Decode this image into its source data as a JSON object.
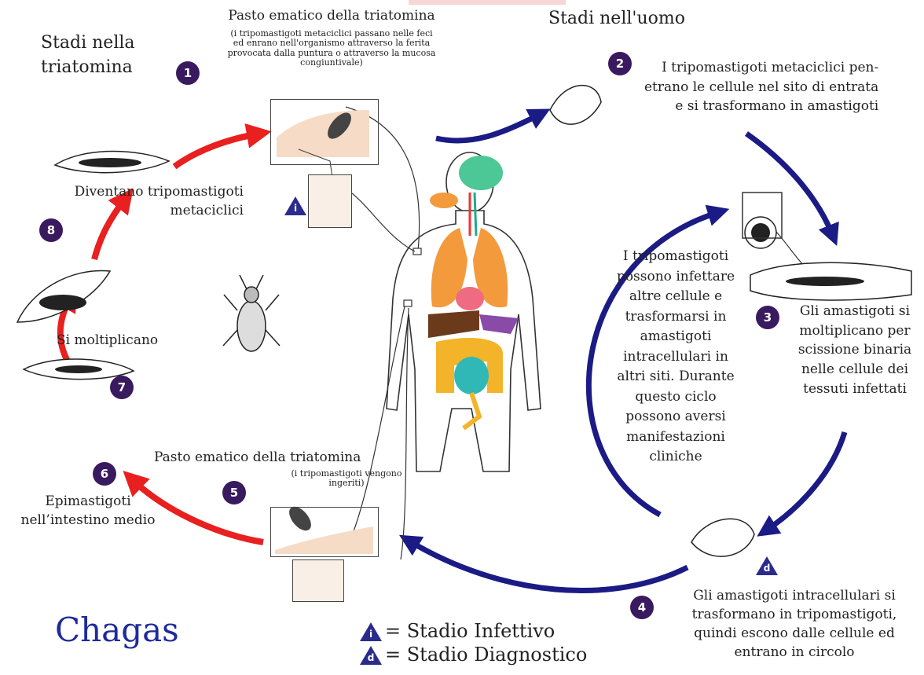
{
  "title": "Chagas",
  "sections": {
    "bug_stages": "Stadi nella\ntriatomina",
    "human_stages": "Stadi nell'uomo"
  },
  "steps": [
    {
      "n": "1",
      "title": "Pasto ematico della triatomina",
      "note": "(i tripomastigoti metaciclici passano nelle feci\ned enrano nell'organismo attraverso la ferita\nprovocata dalla puntura o attraverso la mucosa\ncongiuntivale)"
    },
    {
      "n": "2",
      "text": "I tripomastigoti metaciclici pen-\netrano le cellule nel sito di entrata\ne si trasformano in amastigoti"
    },
    {
      "n": "3",
      "text": "Gli amastigoti si\nmoltiplicano per\nscissione binaria\nnelle cellule dei\ntessuti infettati"
    },
    {
      "n": "4",
      "text": "Gli amastigoti intracellulari si\ntrasformano in tripomastigoti,\nquindi escono dalle cellule ed\nentrano in circolo"
    },
    {
      "n": "5",
      "title": "Pasto ematico della triatomina",
      "note": "(i tripomastigoti vengono\ningeriti)"
    },
    {
      "n": "6",
      "text": "Epimastigoti\nnell’intestino medio"
    },
    {
      "n": "7",
      "text": "Si moltiplicano"
    },
    {
      "n": "8",
      "text": "Diventano tripomastigoti\nmetaciclici"
    }
  ],
  "center_text": "I tripomastigoti\npossono infettare\naltre cellule e\ntrasformarsi in\namastigoti\nintracellulari in\naltri siti. Durante\nquesto ciclo\npossono aversi\nmanifestazioni\ncliniche",
  "legend": [
    {
      "symbol": "i",
      "label": "= Stadio Infettivo"
    },
    {
      "symbol": "d",
      "label": "= Stadio Diagnostico"
    }
  ],
  "colors": {
    "red_arrow": "#e8201f",
    "blue_arrow": "#1b1b85",
    "badge": "#3a1a5e",
    "title": "#1f2a9c",
    "marker": "#2b2b8c"
  }
}
